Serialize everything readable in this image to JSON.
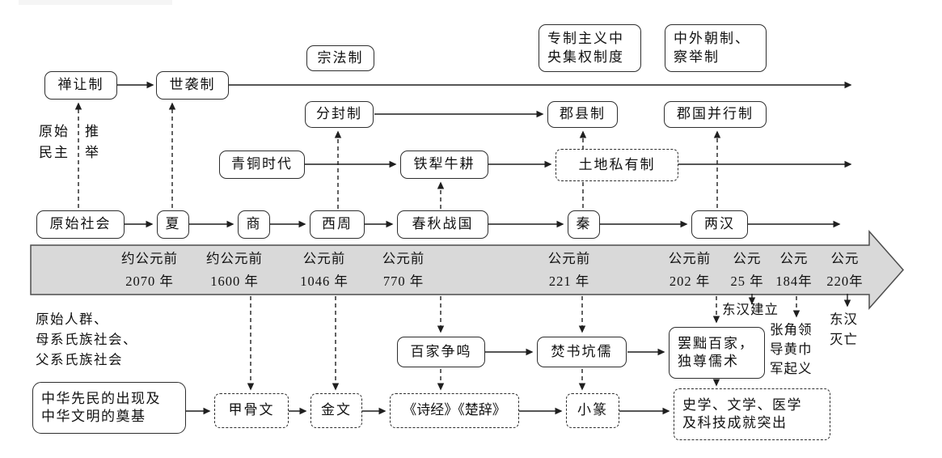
{
  "diagram": {
    "colors": {
      "band_fill": "#d9d9d9",
      "band_stroke": "#4d4d4d",
      "line": "#1f1f1f"
    },
    "political": {
      "shanrangzhi": "禅让制",
      "shixizhi": "世袭制",
      "zongfazhi": "宗法制",
      "fenfengzhi": "分封制",
      "junxianzhi": "郡县制",
      "junguobingxingzhi": "郡国并行制",
      "zhuanzhi_line1": "专制主义中",
      "zhuanzhi_line2": "央集权制度",
      "zhongwai_line1": "中外朝制、",
      "zhongwai_line2": "察举制"
    },
    "economy": {
      "qingtong_shidai": "青铜时代",
      "tieli_niugeng": "铁犁牛耕",
      "tudi_siyouzhi": "土地私有制"
    },
    "dynasties": {
      "yuanshi_shehui": "原始社会",
      "xia": "夏",
      "shang": "商",
      "xizhou": "西周",
      "chunqiu_zhanguo": "春秋战国",
      "qin": "秦",
      "lianghan": "两汉"
    },
    "timeline": [
      {
        "l1": "约公元前",
        "l2": "2070 年"
      },
      {
        "l1": "约公元前",
        "l2": "1600 年"
      },
      {
        "l1": "公元前",
        "l2": "1046 年"
      },
      {
        "l1": "公元前",
        "l2": "770 年"
      },
      {
        "l1": "公元前",
        "l2": "221 年"
      },
      {
        "l1": "公元前",
        "l2": "202 年"
      },
      {
        "l1": "公元",
        "l2": "25 年"
      },
      {
        "l1": "公元",
        "l2": "184年"
      },
      {
        "l1": "公元",
        "l2": "220年"
      }
    ],
    "annotations": {
      "yuanshi_minzhu_l1": "原始",
      "yuanshi_minzhu_l2": "民主",
      "tuiju_l1": "推",
      "tuiju_l2": "举",
      "shehui_l1": "原始人群、",
      "shehui_l2": "母系氏族社会、",
      "shehui_l3": "父系氏族社会",
      "donghan_jianli": "东汉建立",
      "zhangjiao_l1": "张角领",
      "zhangjiao_l2": "导黄巾",
      "zhangjiao_l3": "军起义",
      "donghan_miewang_l1": "东汉",
      "donghan_miewang_l2": "灭亡"
    },
    "culture": {
      "xianmin_l1": "中华先民的出现及",
      "xianmin_l2": "中华文明的奠基",
      "jiaguwen": "甲骨文",
      "jinwen": "金文",
      "shijing_chuci": "《诗经》《楚辞》",
      "xiaozhuan": "小篆",
      "baijia_zhengming": "百家争鸣",
      "fenshu_kengru": "焚书坑儒",
      "bachu_l1": "罢黜百家，",
      "bachu_l2": "独尊儒术",
      "shixue_l1": "史学、文学、医学",
      "shixue_l2": "及科技成就突出"
    }
  }
}
